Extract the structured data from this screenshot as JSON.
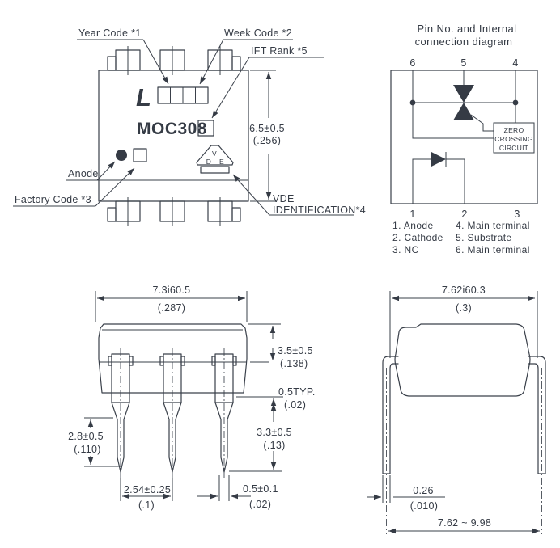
{
  "colors": {
    "line": "#3a404a",
    "fill": "#353b45",
    "background": "#ffffff"
  },
  "marking_view": {
    "year_code_label": "Year Code *1",
    "week_code_label": "Week Code *2",
    "ift_rank_label": "IFT Rank *5",
    "logo": "L",
    "part_number": "MOC308",
    "anode_label": "Anode",
    "factory_code_label": "Factory Code *3",
    "vde_label_line1": "VDE",
    "vde_label_line2": "IDENTIFICATION*4",
    "height_dim_mm": "6.5±0.5",
    "height_dim_in": "(.256)",
    "vde_mark_v": "V",
    "vde_mark_d": "D",
    "vde_mark_e": "E"
  },
  "pin_diagram": {
    "title_line1": "Pin No. and Internal",
    "title_line2": "connection diagram",
    "top_pins": [
      "6",
      "5",
      "4"
    ],
    "bottom_pins": [
      "1",
      "2",
      "3"
    ],
    "zcc_line1": "ZERO",
    "zcc_line2": "CROSSING",
    "zcc_line3": "CIRCUIT",
    "legend_left": [
      "1. Anode",
      "2. Cathode",
      "3. NC"
    ],
    "legend_right": [
      "4. Main terminal",
      "5. Substrate",
      "6. Main terminal"
    ]
  },
  "side_view": {
    "width_mm": "7.3i60.5",
    "width_in": "(.287)",
    "body_height_mm": "3.5±0.5",
    "body_height_in": "(.138)",
    "standoff_mm": "0.5TYP.",
    "standoff_in": "(.02)",
    "pin_len_left_mm": "2.8±0.5",
    "pin_len_left_in": "(.110)",
    "pin_len_right_mm": "3.3±0.5",
    "pin_len_right_in": "(.13)",
    "pitch_mm": "2.54±0.25",
    "pitch_in": "(.1)",
    "tip_width_mm": "0.5±0.1",
    "tip_width_in": "(.02)"
  },
  "end_view": {
    "width_mm": "7.62i60.3",
    "width_in": "(.3)",
    "lead_thickness_mm": "0.26",
    "lead_thickness_in": "(.010)",
    "lead_span": "7.62 ~ 9.98"
  }
}
